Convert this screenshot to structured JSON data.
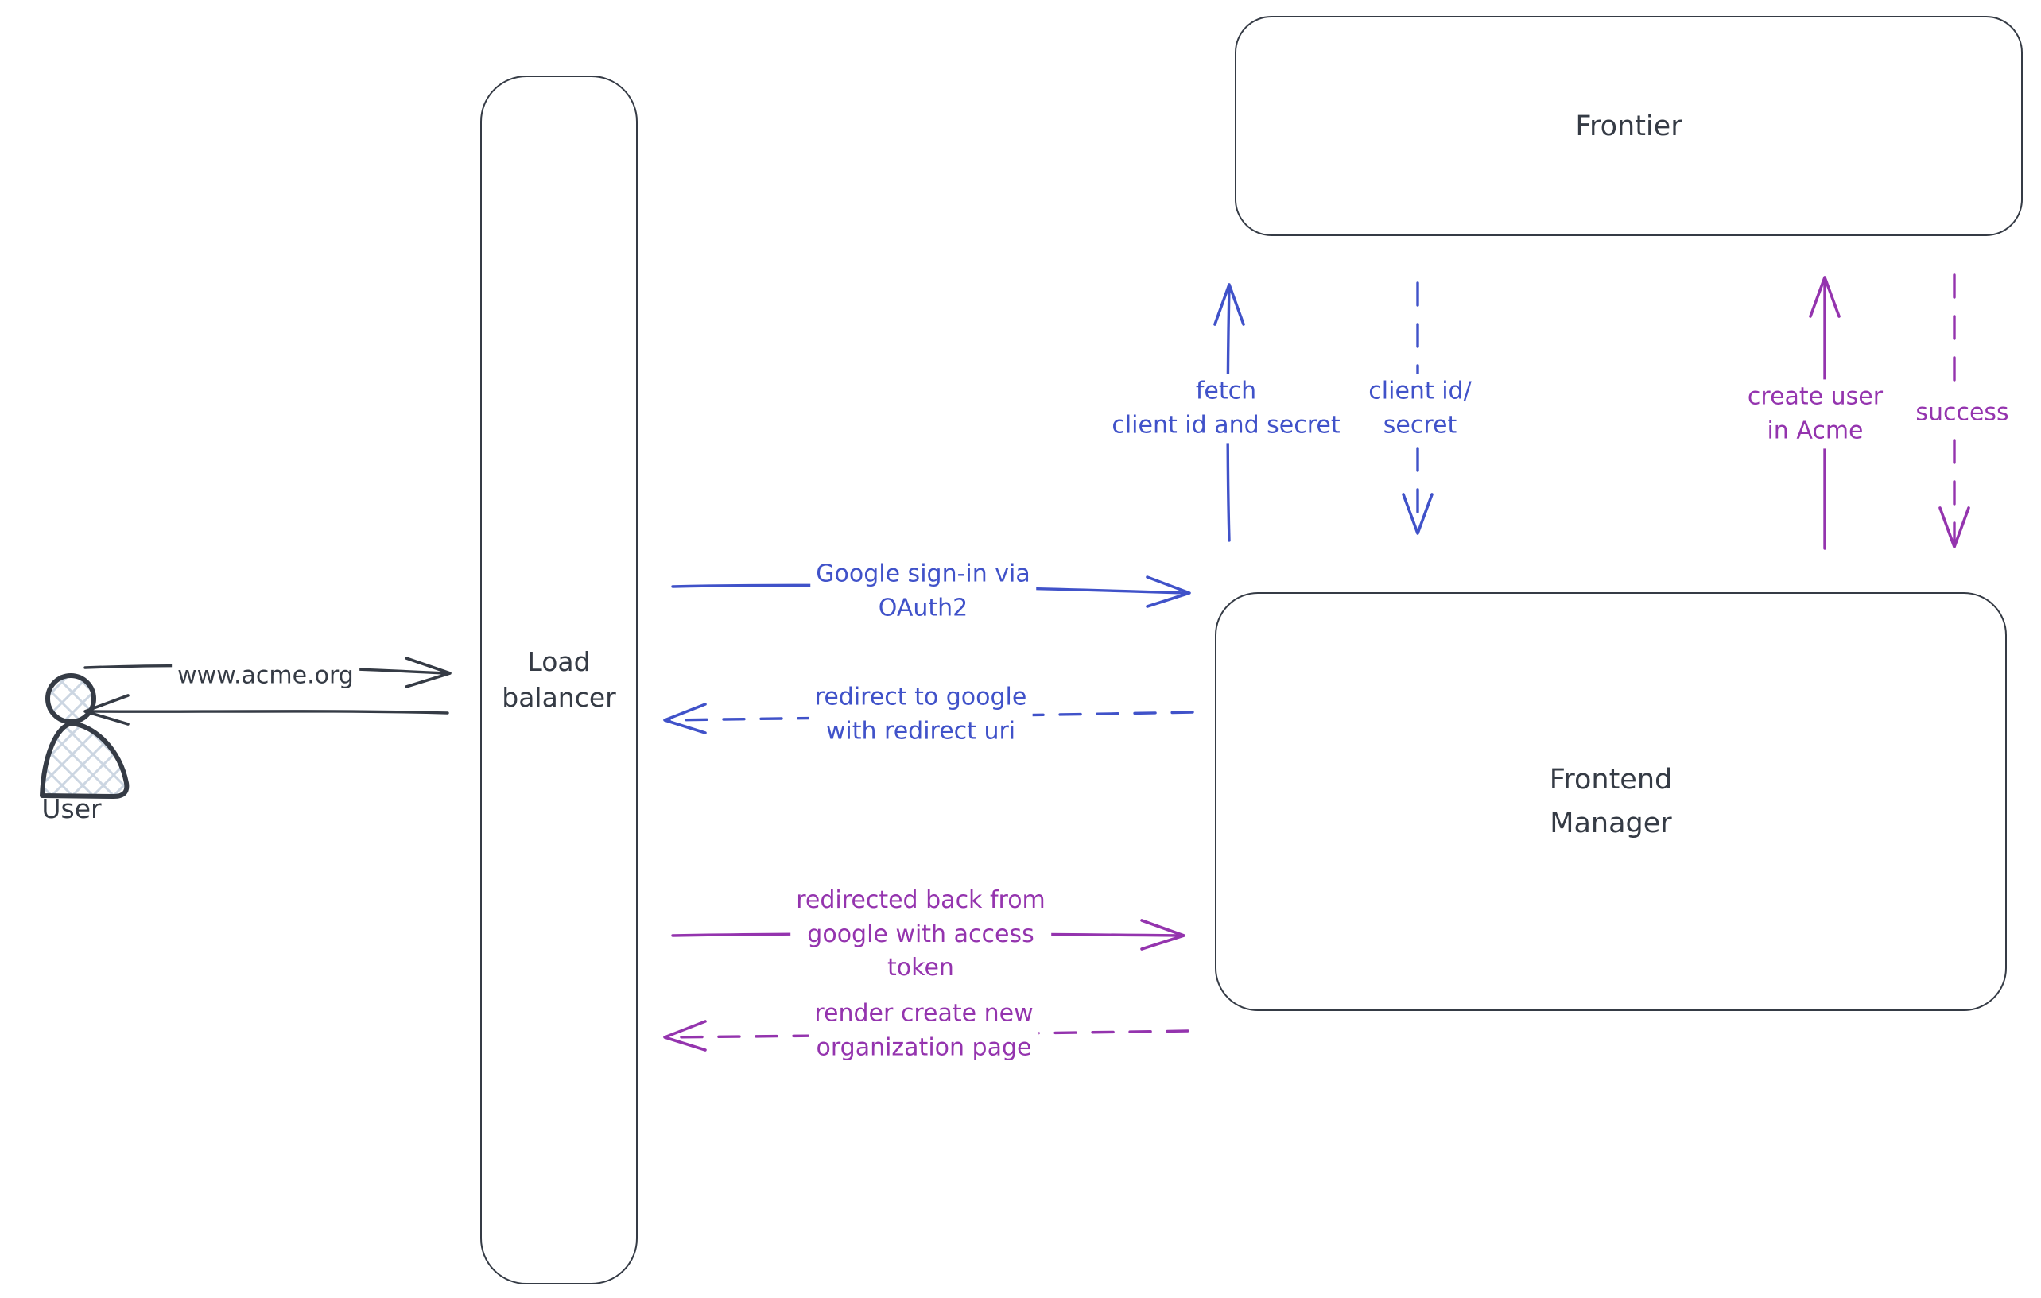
{
  "colors": {
    "ink": "#353b45",
    "blue": "#4052c9",
    "purple": "#9434ae",
    "hatch": "#ccd6e2",
    "background": "#ffffff"
  },
  "actors": {
    "user": {
      "label": "User"
    }
  },
  "nodes": {
    "load_balancer": {
      "label": "Load\nbalancer"
    },
    "frontier": {
      "label": "Frontier"
    },
    "frontend_manager": {
      "label": "Frontend\nManager"
    }
  },
  "edges": {
    "www_acme": {
      "label": "www.acme.org",
      "from": "User",
      "to": "Load balancer",
      "style": "solid",
      "color": "ink"
    },
    "response_to_user": {
      "label": "",
      "from": "Load balancer",
      "to": "User",
      "style": "solid",
      "color": "ink"
    },
    "google_signin": {
      "label": "Google sign-in via\nOAuth2",
      "from": "Load balancer",
      "to": "Frontend Manager",
      "style": "solid",
      "color": "blue"
    },
    "redirect_google": {
      "label": "redirect to google\nwith redirect uri",
      "from": "Frontend Manager",
      "to": "Load balancer",
      "style": "dashed",
      "color": "blue"
    },
    "fetch_secret": {
      "label": "fetch\nclient id and secret",
      "from": "Frontend Manager",
      "to": "Frontier",
      "style": "solid",
      "color": "blue"
    },
    "client_id_secret": {
      "label": "client id/\nsecret",
      "from": "Frontier",
      "to": "Frontend Manager",
      "style": "dashed",
      "color": "blue"
    },
    "create_user": {
      "label": "create user\nin Acme",
      "from": "Frontend Manager",
      "to": "Frontier",
      "style": "solid",
      "color": "purple"
    },
    "success": {
      "label": "success",
      "from": "Frontier",
      "to": "Frontend Manager",
      "style": "dashed",
      "color": "purple"
    },
    "redirected_back": {
      "label": "redirected back from\ngoogle with access\ntoken",
      "from": "Load balancer",
      "to": "Frontend Manager",
      "style": "solid",
      "color": "purple"
    },
    "render_page": {
      "label": "render create new\norganization page",
      "from": "Frontend Manager",
      "to": "Load balancer",
      "style": "dashed",
      "color": "purple"
    }
  }
}
